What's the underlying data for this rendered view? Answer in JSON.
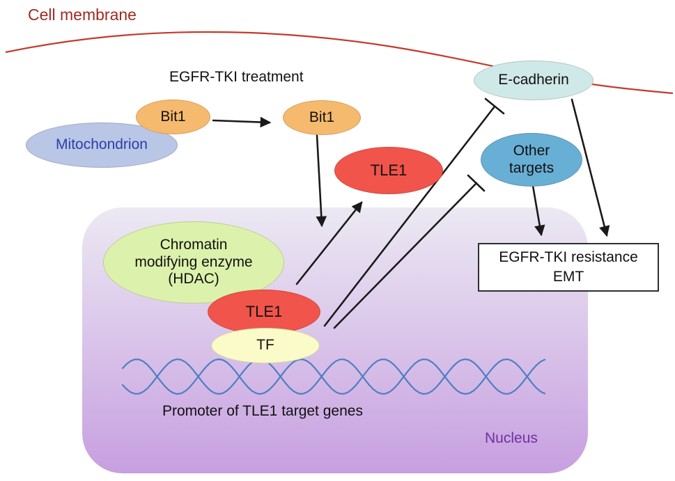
{
  "labels": {
    "cell_membrane": "Cell membrane",
    "egfr_tki_treatment": "EGFR-TKI treatment",
    "promoter": "Promoter of TLE1 target genes",
    "nucleus": "Nucleus"
  },
  "nodes": {
    "mitochondrion": "Mitochondrion",
    "bit1_mitochondrial": "Bit1",
    "bit1_cytoplasmic": "Bit1",
    "tle1_cytoplasmic": "TLE1",
    "tle1_nuclear": "TLE1",
    "e_cadherin": "E-cadherin",
    "other_targets": "Other targets",
    "chromatin_enzyme": {
      "lines": [
        "Chromatin",
        "modifying enzyme",
        "(HDAC)"
      ]
    },
    "tf": "TF",
    "outcome": {
      "line1": "EGFR-TKI resistance",
      "line2": "EMT"
    }
  },
  "edges": [
    {
      "from": "Bit1 (mitochondrial)",
      "to": "Bit1 (cytoplasmic)",
      "type": "arrow"
    },
    {
      "from": "Bit1 (cytoplasmic)",
      "to": "nucleus",
      "type": "arrow"
    },
    {
      "from": "TLE1 (nuclear)",
      "to": "TLE1 (cytoplasmic)",
      "type": "arrow"
    },
    {
      "from": "TLE1/TF",
      "to": "E-cadherin",
      "type": "inhibition"
    },
    {
      "from": "TLE1/TF",
      "to": "Other targets",
      "type": "inhibition"
    },
    {
      "from": "E-cadherin",
      "to": "EGFR-TKI resistance EMT",
      "type": "arrow"
    },
    {
      "from": "Other targets",
      "to": "EGFR-TKI resistance EMT",
      "type": "arrow"
    }
  ],
  "colors": {
    "cell_membrane_text": "#9e2b22",
    "membrane_line": "#c23b2e",
    "mitochondrion_fill": "#b9c6e6",
    "mitochondrion_text": "#2b3fa8",
    "bit1_fill": "#f6ba6e",
    "tle1_fill": "#f0544b",
    "e_cadherin_fill": "#cfe9e8",
    "other_targets_fill": "#68afd5",
    "chromatin_enzyme_fill": "#dcf2ac",
    "tf_fill": "#fafbc8",
    "nucleus_top": "#ece9f3",
    "nucleus_bottom": "#c79fe0",
    "nucleus_text": "#7030a0",
    "dna_strand": "#4d7fc0",
    "arrow_color": "#1a1a1a"
  }
}
